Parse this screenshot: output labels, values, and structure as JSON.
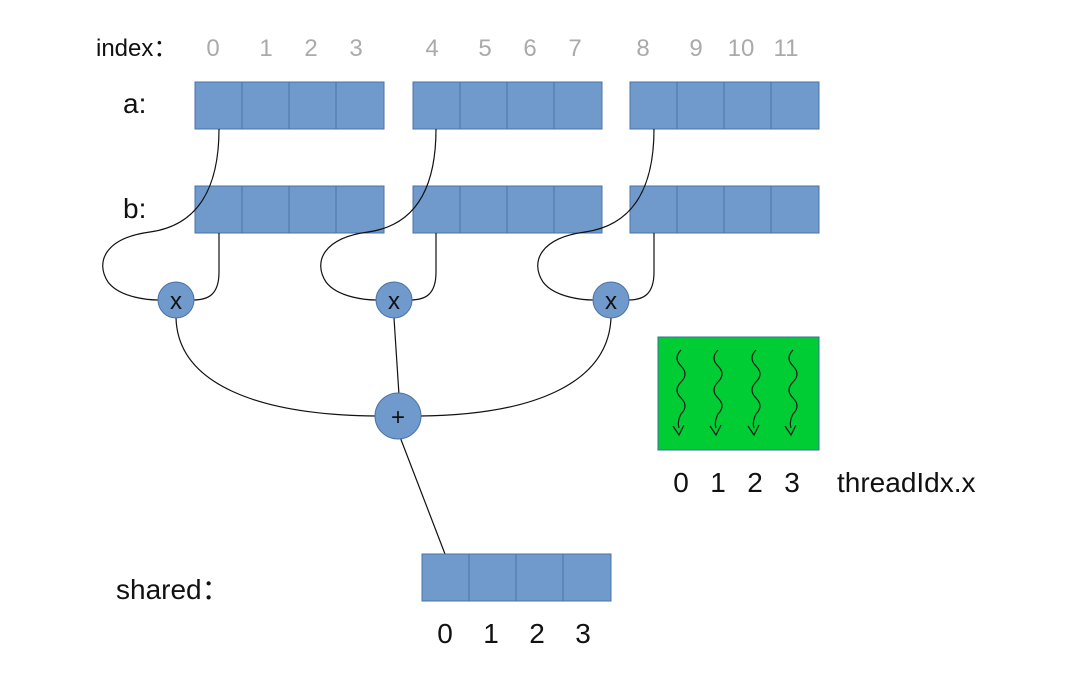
{
  "index_label": "index：",
  "index_numbers": [
    "0",
    "1",
    "2",
    "3",
    "4",
    "5",
    "6",
    "7",
    "8",
    "9",
    "10",
    "11"
  ],
  "row_a_label": "a:",
  "row_b_label": "b:",
  "shared_label": "shared：",
  "multiply_op": "x",
  "add_op": "+",
  "thread_numbers": [
    "0",
    "1",
    "2",
    "3"
  ],
  "shared_numbers": [
    "0",
    "1",
    "2",
    "3"
  ],
  "thread_axis_label": "threadIdx.x",
  "colors": {
    "cell_fill": "#7099cc",
    "cell_stroke": "#4a72a8",
    "thread_block_fill": "#00cc33"
  }
}
